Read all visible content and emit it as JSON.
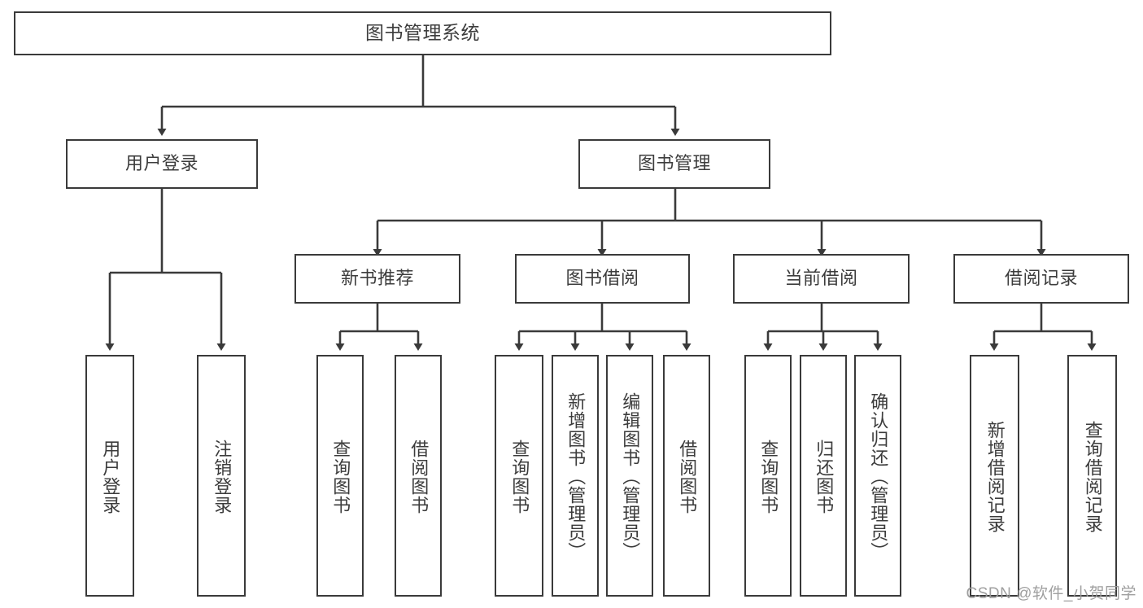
{
  "diagram": {
    "title_text": "图书管理系统",
    "type": "hierarchy-tree",
    "line_color": "#3a3a3a",
    "box_border_color": "#3a3a3a",
    "box_fill_color": "#ffffff",
    "text_color": "#3c3c3c",
    "watermark": "CSDN @软件_小贺同学"
  },
  "nodes": {
    "root": {
      "label": "图书管理系统"
    },
    "level2": [
      {
        "id": "user-login",
        "label": "用户登录"
      },
      {
        "id": "book-manage",
        "label": "图书管理"
      }
    ],
    "level3": [
      {
        "id": "new-book-recommend",
        "label": "新书推荐"
      },
      {
        "id": "book-borrow",
        "label": "图书借阅"
      },
      {
        "id": "current-borrow",
        "label": "当前借阅"
      },
      {
        "id": "borrow-record",
        "label": "借阅记录"
      }
    ],
    "leaves": {
      "user_login": [
        {
          "id": "leaf-user-login",
          "label": "用户登录"
        },
        {
          "id": "leaf-logout-login",
          "label": "注销登录"
        }
      ],
      "new_book_recommend": [
        {
          "id": "leaf-query-book-1",
          "label": "查询图书"
        },
        {
          "id": "leaf-borrow-book-1",
          "label": "借阅图书"
        }
      ],
      "book_borrow": [
        {
          "id": "leaf-query-book-2",
          "label": "查询图书"
        },
        {
          "id": "leaf-add-book",
          "label": "新增图书（管理员）"
        },
        {
          "id": "leaf-edit-book",
          "label": "编辑图书（管理员）"
        },
        {
          "id": "leaf-borrow-book-2",
          "label": "借阅图书"
        }
      ],
      "current_borrow": [
        {
          "id": "leaf-query-book-3",
          "label": "查询图书"
        },
        {
          "id": "leaf-return-book",
          "label": "归还图书"
        },
        {
          "id": "leaf-confirm-return",
          "label": "确认归还（管理员）"
        }
      ],
      "borrow_record": [
        {
          "id": "leaf-add-record",
          "label": "新增借阅记录"
        },
        {
          "id": "leaf-query-record",
          "label": "查询借阅记录"
        }
      ]
    }
  }
}
